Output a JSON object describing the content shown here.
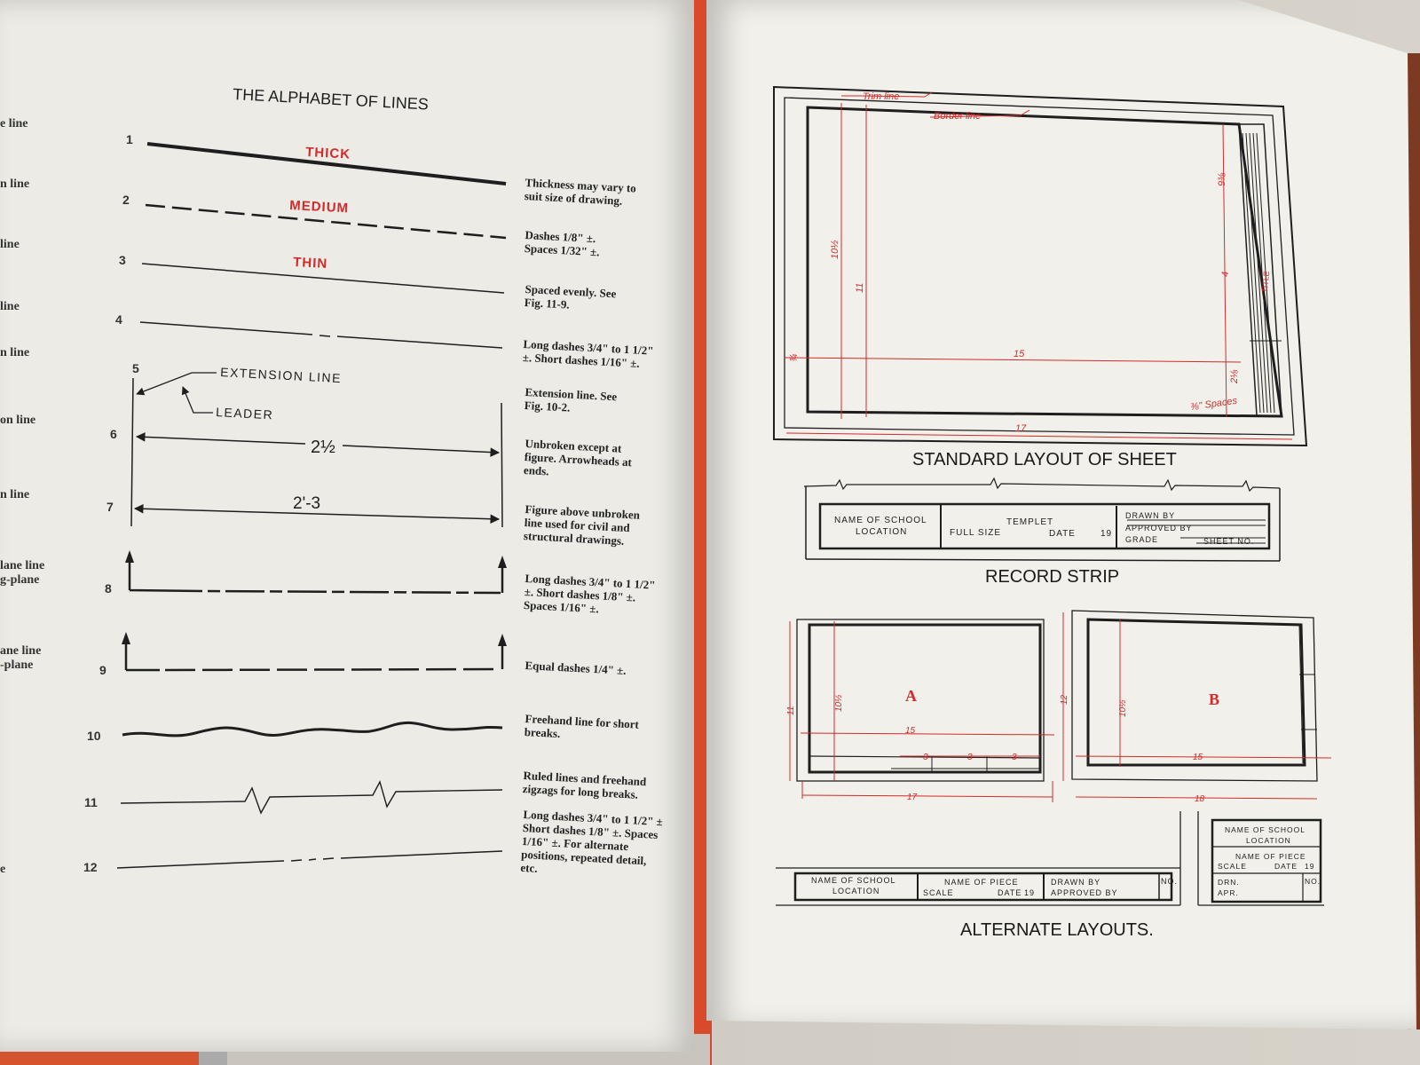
{
  "left_page": {
    "title": "THE ALPHABET OF LINES",
    "margin_fragments": [
      "e line",
      "n line",
      "line",
      "line",
      "n line",
      "on line",
      "n line",
      "lane line",
      "g-plane",
      "ane line",
      "-plane",
      "e"
    ],
    "rows": [
      {
        "number": "1",
        "label": "THICK",
        "note": "Thickness may vary to suit size of drawing."
      },
      {
        "number": "2",
        "label": "MEDIUM",
        "note": "Dashes 1/8\" ±. Spaces 1/32\" ±."
      },
      {
        "number": "3",
        "label": "THIN",
        "note": "Spaced evenly. See Fig. 11-9."
      },
      {
        "number": "4",
        "label": "",
        "note": "Long dashes 3/4\" to 1 1/2\" ±. Short dashes 1/16\" ±."
      },
      {
        "number": "5",
        "label": "",
        "note": "Extension line. See Fig. 10-2."
      },
      {
        "number": "6",
        "label": "",
        "note": "Unbroken except at figure. Arrowheads at ends."
      },
      {
        "number": "7",
        "label": "",
        "note": "Figure above unbroken line used for civil and structural drawings."
      },
      {
        "number": "8",
        "label": "",
        "note": "Long dashes 3/4\" to 1 1/2\" ±. Short dashes 1/8\" ±. Spaces 1/16\" ±."
      },
      {
        "number": "9",
        "label": "",
        "note": "Equal dashes 1/4\" ±."
      },
      {
        "number": "10",
        "label": "",
        "note": "Freehand line for short breaks."
      },
      {
        "number": "11",
        "label": "",
        "note": "Ruled lines and freehand zigzags for long breaks."
      },
      {
        "number": "12",
        "label": "",
        "note": "Long dashes 3/4\" to 1 1/2\" ± Short dashes 1/8\" ±. Spaces 1/16\" ±. For alternate positions, repeated detail, etc."
      }
    ],
    "extension_label": "EXTENSION LINE",
    "leader_label": "LEADER",
    "dim_6": "2½",
    "dim_7": "2'-3"
  },
  "right_page": {
    "standard_layout": {
      "caption": "STANDARD LAYOUT OF SHEET",
      "trim_line": "Trim line",
      "border_line": "Border line",
      "dim_width_inner": "15",
      "dim_width_outer": "17",
      "dim_height_inner": "10½",
      "dim_height_outer": "11",
      "dim_side": "¾",
      "dim_top": "9⅜",
      "dim_mid": "4",
      "dim_bottom": "2⅛",
      "spaces": "⅜\" Spaces",
      "title_word": "TITLE"
    },
    "record_strip": {
      "caption": "RECORD STRIP",
      "school": "NAME OF SCHOOL",
      "location": "LOCATION",
      "templet": "TEMPLET",
      "full_size": "FULL SIZE",
      "date": "DATE",
      "year": "19",
      "drawn_by": "DRAWN BY",
      "approved_by": "APPROVED BY",
      "grade": "GRADE",
      "sheet_no": "SHEET NO."
    },
    "alternate": {
      "caption": "ALTERNATE LAYOUTS.",
      "a_label": "A",
      "b_label": "B",
      "a_h_outer": "11",
      "a_h_inner": "10½",
      "a_w_inner": "15",
      "a_w_outer": "17",
      "a_sub": "3",
      "b_h_outer": "12",
      "b_h_inner": "10½",
      "b_w_inner": "15",
      "b_w_outer": "18",
      "strip_school": "NAME OF SCHOOL",
      "strip_location": "LOCATION",
      "strip_piece": "NAME OF PIECE",
      "strip_scale": "SCALE",
      "strip_date": "DATE",
      "strip_year": "19",
      "strip_drawn": "DRAWN BY",
      "strip_approved": "APPROVED BY",
      "strip_no": "NO.",
      "box_school": "NAME OF SCHOOL",
      "box_location": "LOCATION",
      "box_piece": "NAME OF PIECE",
      "box_scale": "SCALE",
      "box_date": "DATE",
      "box_year": "19",
      "box_drn": "DRN.",
      "box_apr": "APR.",
      "box_no": "NO."
    }
  },
  "colors": {
    "red": "#d42a2a",
    "ink": "#1e1e1e",
    "page": "#ecebe5"
  }
}
